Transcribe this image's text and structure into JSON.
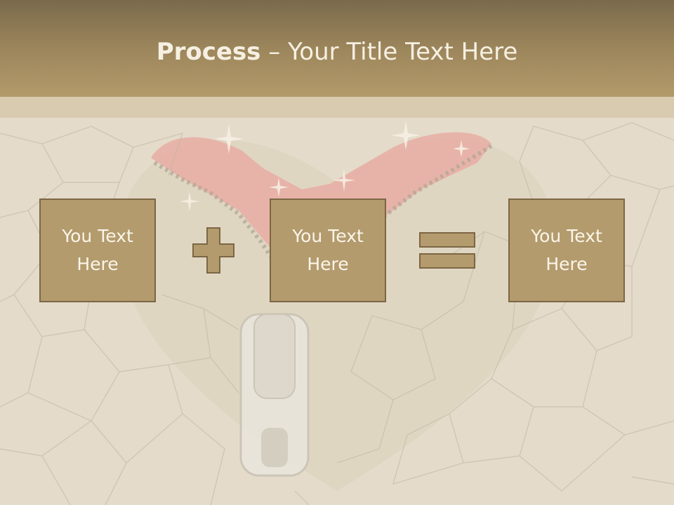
{
  "slide": {
    "title_bold": "Process",
    "title_rest": " – Your Title Text Here",
    "boxes": [
      {
        "label": "You Text\nHere"
      },
      {
        "label": "You Text\nHere"
      },
      {
        "label": "You Text\nHere"
      }
    ],
    "operators": [
      "plus-icon",
      "equals-icon"
    ]
  },
  "colors": {
    "title_band": "#9f885d",
    "box_fill": "#b39b6e",
    "box_border": "#7c6644",
    "box_text": "#fbf5e8",
    "title_text": "#f6f0e2",
    "background": "#e2d8c6",
    "heart_accent": "#e8908c"
  }
}
